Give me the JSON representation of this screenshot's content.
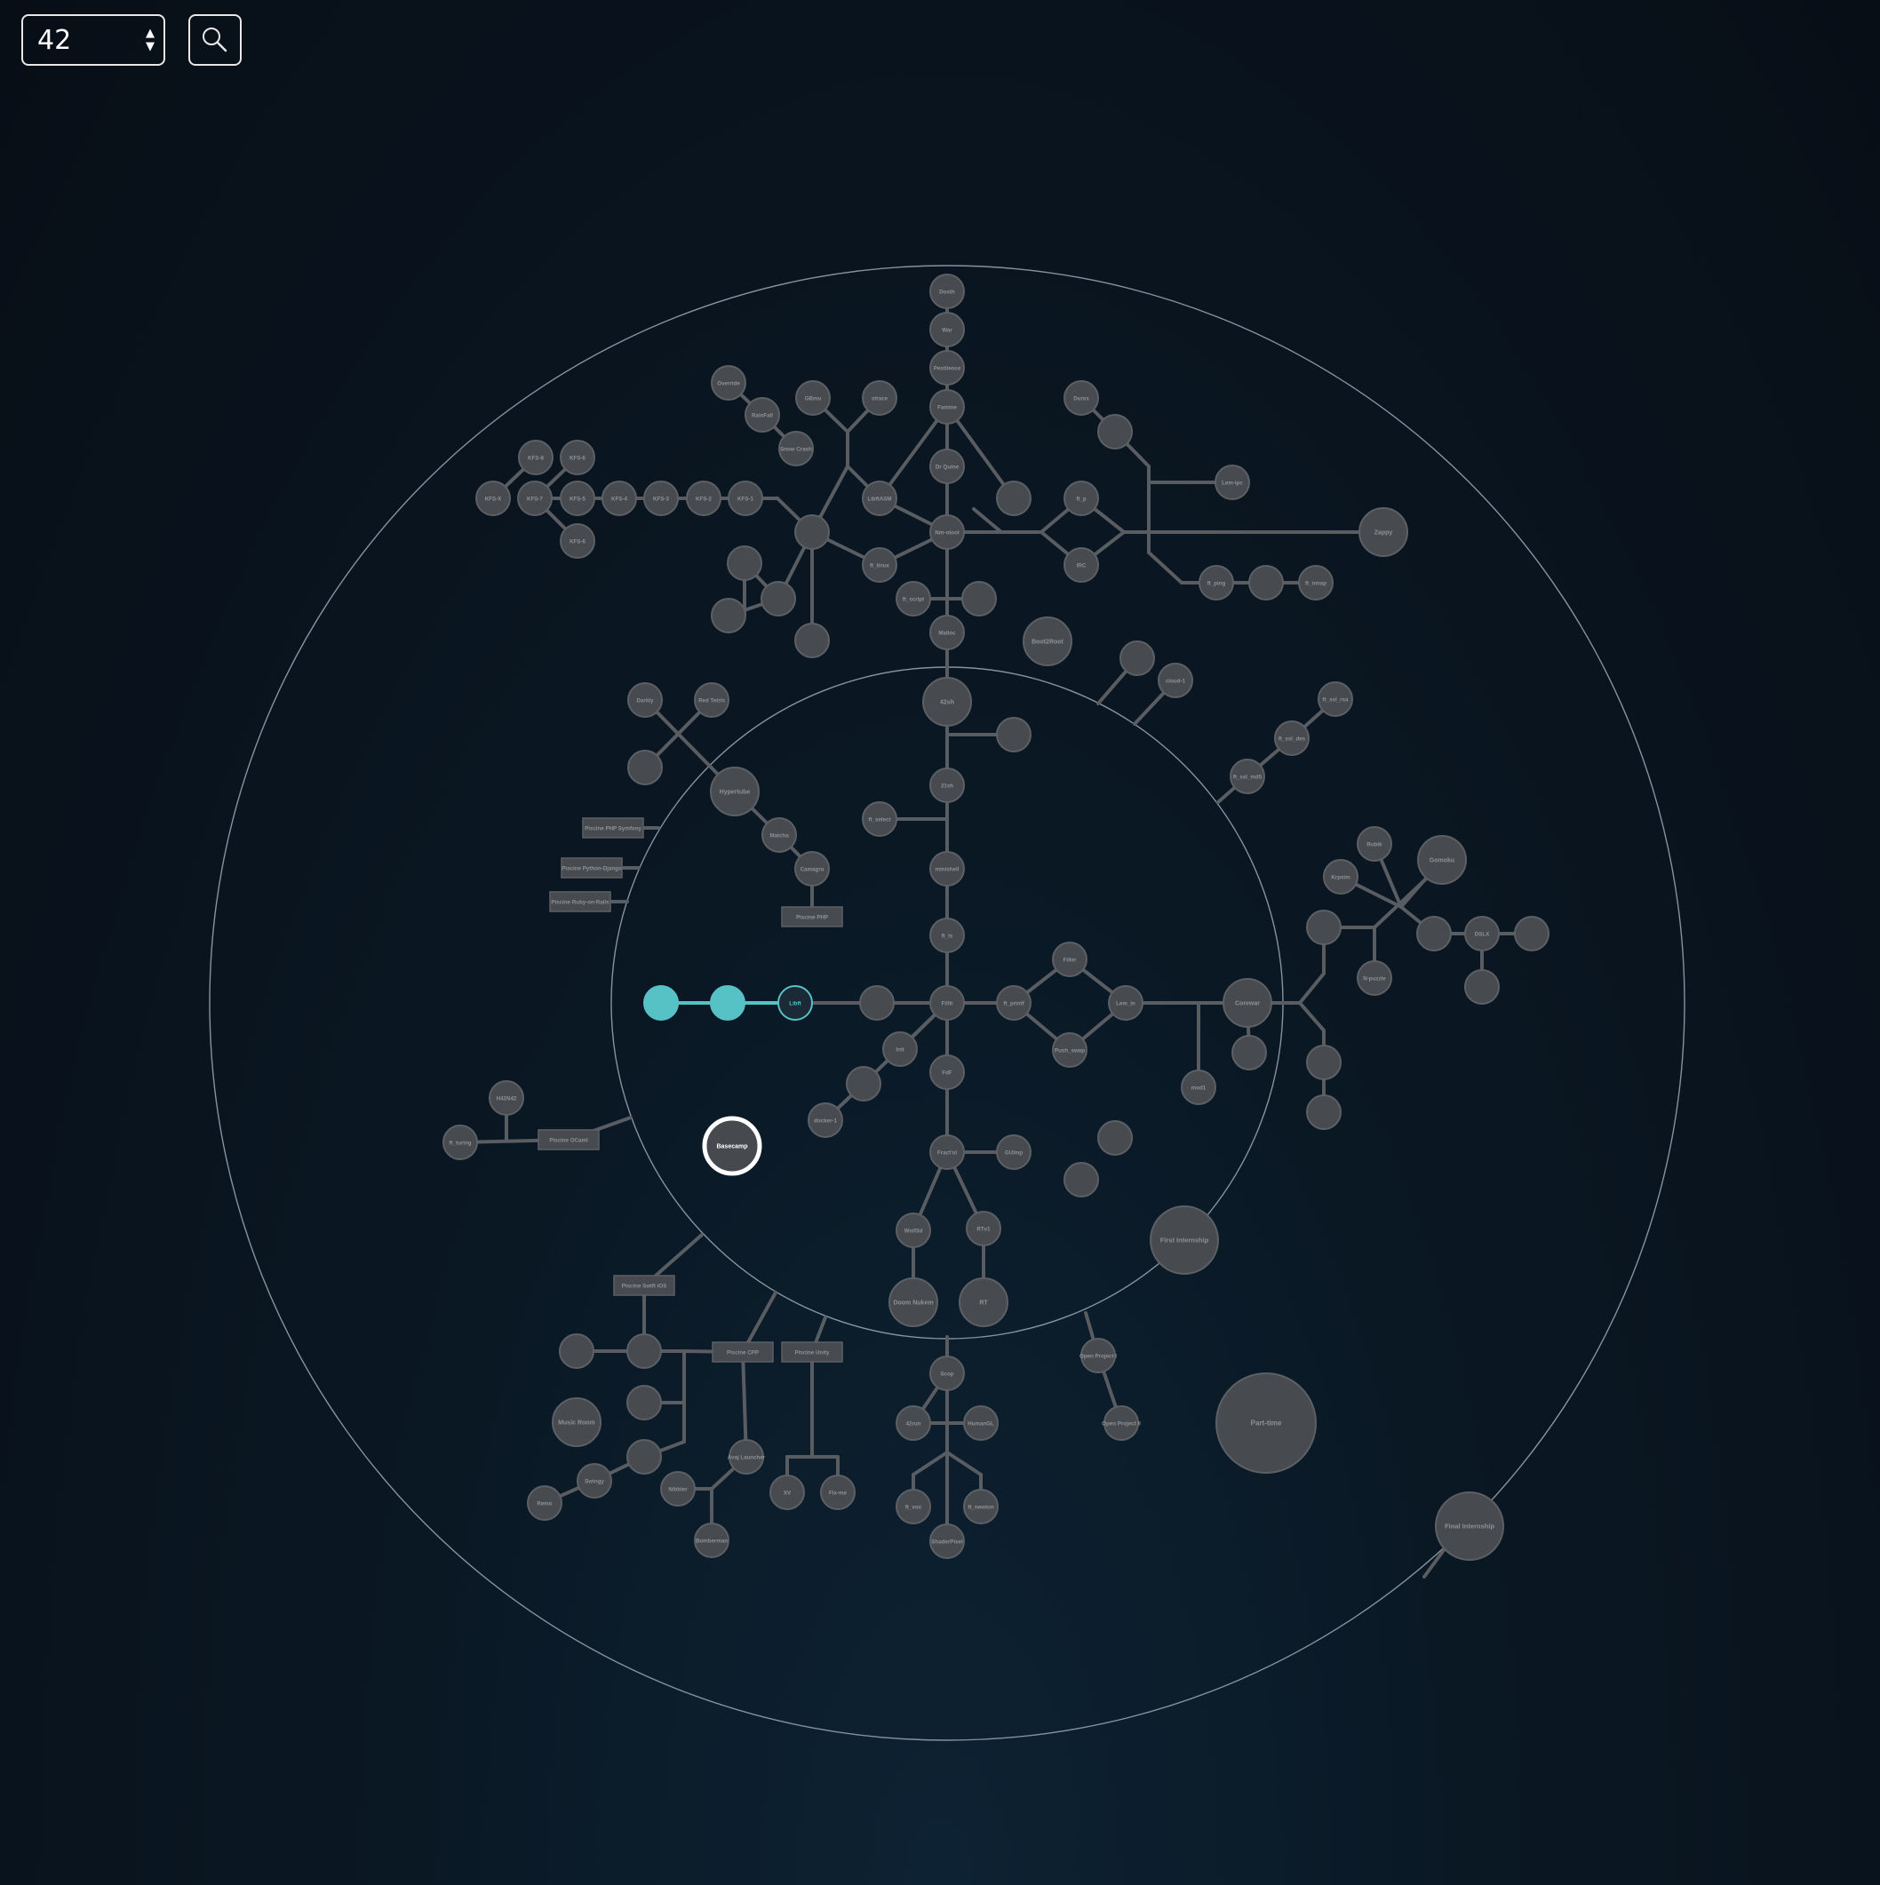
{
  "campus_select": {
    "value": "42"
  },
  "icons": {
    "arrows": "up-down-arrows-icon",
    "search": "search-icon"
  },
  "colors": {
    "node_fill": "#474b50",
    "node_stroke": "#5c6065",
    "node_text": "#8e9297",
    "edge": "#595c61",
    "ring": "#8792a0",
    "active": "#56c2c5",
    "current_ring": "#ffffff"
  },
  "nodes": [
    {
      "id": "dosth",
      "label": "Dosth",
      "shape": "circle",
      "size": "s"
    },
    {
      "id": "war",
      "label": "War",
      "shape": "circle",
      "size": "s"
    },
    {
      "id": "pestilence",
      "label": "Pestilence",
      "shape": "circle",
      "size": "s"
    },
    {
      "id": "famine",
      "label": "Famine",
      "shape": "circle",
      "size": "s"
    },
    {
      "id": "drquine",
      "label": "Dr Quine",
      "shape": "circle",
      "size": "s"
    },
    {
      "id": "override",
      "label": "Override",
      "shape": "circle",
      "size": "s"
    },
    {
      "id": "rainfall",
      "label": "RainFall",
      "shape": "circle",
      "size": "s"
    },
    {
      "id": "snowcrash",
      "label": "Snow Crash",
      "shape": "circle",
      "size": "s"
    },
    {
      "id": "gbmu",
      "label": "GBmu",
      "shape": "circle",
      "size": "s"
    },
    {
      "id": "strace",
      "label": "strace",
      "shape": "circle",
      "size": "s"
    },
    {
      "id": "darkly",
      "label": "Darkly",
      "shape": "circle",
      "size": "s"
    },
    {
      "id": "redtetris",
      "label": "Red Tetris",
      "shape": "circle",
      "size": "s"
    },
    {
      "id": "kfs8",
      "label": "KFS-8",
      "shape": "circle",
      "size": "s"
    },
    {
      "id": "kfs6b",
      "label": "KFS-6",
      "shape": "circle",
      "size": "s"
    },
    {
      "id": "kfsx",
      "label": "KFS-X",
      "shape": "circle",
      "size": "s"
    },
    {
      "id": "kfs7",
      "label": "KFS-7",
      "shape": "circle",
      "size": "s"
    },
    {
      "id": "kfs5",
      "label": "KFS-5",
      "shape": "circle",
      "size": "s"
    },
    {
      "id": "kfs4",
      "label": "KFS-4",
      "shape": "circle",
      "size": "s"
    },
    {
      "id": "kfs3",
      "label": "KFS-3",
      "shape": "circle",
      "size": "s"
    },
    {
      "id": "kfs2",
      "label": "KFS-2",
      "shape": "circle",
      "size": "s"
    },
    {
      "id": "kfs1",
      "label": "KFS-1",
      "shape": "circle",
      "size": "s"
    },
    {
      "id": "kfs6",
      "label": "KFS-6",
      "shape": "circle",
      "size": "s"
    },
    {
      "id": "libftasm",
      "label": "LibftASM",
      "shape": "circle",
      "size": "s"
    },
    {
      "id": "nmotool",
      "label": "Nm-otool",
      "shape": "circle",
      "size": "s"
    },
    {
      "id": "ftlinux",
      "label": "ft_linux",
      "shape": "circle",
      "size": "s"
    },
    {
      "id": "ftscript",
      "label": "ft_script",
      "shape": "circle",
      "size": "s"
    },
    {
      "id": "malloc",
      "label": "Malloc",
      "shape": "circle",
      "size": "s"
    },
    {
      "id": "dslr",
      "label": "",
      "shape": "circle",
      "size": "s"
    },
    {
      "id": "minitalk",
      "label": "",
      "shape": "circle",
      "size": "s"
    },
    {
      "id": "durex",
      "label": "Durex",
      "shape": "circle",
      "size": "s"
    },
    {
      "id": "ftp",
      "label": "ft_p",
      "shape": "circle",
      "size": "s"
    },
    {
      "id": "irc",
      "label": "IRC",
      "shape": "circle",
      "size": "s"
    },
    {
      "id": "lemipc",
      "label": "Lem-ipc",
      "shape": "circle",
      "size": "s"
    },
    {
      "id": "zappy",
      "label": "Zappy",
      "shape": "circle",
      "size": "m"
    },
    {
      "id": "ftping",
      "label": "ft_ping",
      "shape": "circle",
      "size": "s"
    },
    {
      "id": "fttraceroute",
      "label": "",
      "shape": "circle",
      "size": "s"
    },
    {
      "id": "ftnmap",
      "label": "ft_nmap",
      "shape": "circle",
      "size": "s"
    },
    {
      "id": "boot2root",
      "label": "Boot2Root",
      "shape": "circle",
      "size": "m"
    },
    {
      "id": "cloud1",
      "label": "cloud-1",
      "shape": "circle",
      "size": "s"
    },
    {
      "id": "ftsslrsa",
      "label": "ft_ssl_rsa",
      "shape": "circle",
      "size": "s"
    },
    {
      "id": "ftssldes",
      "label": "ft_ssl_des",
      "shape": "circle",
      "size": "s"
    },
    {
      "id": "ftsslmd5",
      "label": "ft_ssl_md5",
      "shape": "circle",
      "size": "s"
    },
    {
      "id": "hypertube",
      "label": "Hypertube",
      "shape": "circle",
      "size": "m"
    },
    {
      "id": "matcha",
      "label": "Matcha",
      "shape": "circle",
      "size": "s"
    },
    {
      "id": "camagru",
      "label": "Camagru",
      "shape": "circle",
      "size": "s"
    },
    {
      "id": "piscinephp",
      "label": "Piscine PHP",
      "shape": "rect",
      "size": "s"
    },
    {
      "id": "piscinephpsymfony",
      "label": "Piscine PHP Symfony",
      "shape": "rect",
      "size": "s"
    },
    {
      "id": "piscinepythondjango",
      "label": "Piscine Python-Django",
      "shape": "rect",
      "size": "s"
    },
    {
      "id": "piscinerubyonrails",
      "label": "Piscine Ruby-on-Rails",
      "shape": "rect",
      "size": "s"
    },
    {
      "id": "42sh",
      "label": "42sh",
      "shape": "circle",
      "size": "m"
    },
    {
      "id": "21sh",
      "label": "21sh",
      "shape": "circle",
      "size": "s"
    },
    {
      "id": "minishell",
      "label": "minishell",
      "shape": "circle",
      "size": "s"
    },
    {
      "id": "ftls",
      "label": "ft_ls",
      "shape": "circle",
      "size": "s"
    },
    {
      "id": "ftselect",
      "label": "ft_select",
      "shape": "circle",
      "size": "s"
    },
    {
      "id": "fillit",
      "label": "Fillit",
      "shape": "circle",
      "size": "s"
    },
    {
      "id": "fdf",
      "label": "FdF",
      "shape": "circle",
      "size": "s"
    },
    {
      "id": "fractol",
      "label": "Fract'ol",
      "shape": "circle",
      "size": "s"
    },
    {
      "id": "guimp",
      "label": "GUImp",
      "shape": "circle",
      "size": "s"
    },
    {
      "id": "wolf3d",
      "label": "Wolf3d",
      "shape": "circle",
      "size": "s"
    },
    {
      "id": "rtv1",
      "label": "RTv1",
      "shape": "circle",
      "size": "s"
    },
    {
      "id": "doomnukem",
      "label": "Doom Nukem",
      "shape": "circle",
      "size": "m"
    },
    {
      "id": "rt",
      "label": "RT",
      "shape": "circle",
      "size": "m"
    },
    {
      "id": "ftprintf",
      "label": "ft_printf",
      "shape": "circle",
      "size": "s"
    },
    {
      "id": "lemin",
      "label": "Lem_in",
      "shape": "circle",
      "size": "s"
    },
    {
      "id": "filler",
      "label": "Filler",
      "shape": "circle",
      "size": "s"
    },
    {
      "id": "pushswap",
      "label": "Push_swap",
      "shape": "circle",
      "size": "s"
    },
    {
      "id": "corewar",
      "label": "Corewar",
      "shape": "circle",
      "size": "m"
    },
    {
      "id": "mod1",
      "label": "mod1",
      "shape": "circle",
      "size": "s"
    },
    {
      "id": "init",
      "label": "Init",
      "shape": "circle",
      "size": "s"
    },
    {
      "id": "docker1",
      "label": "docker-1",
      "shape": "circle",
      "size": "s"
    },
    {
      "id": "libft",
      "label": "Libft",
      "shape": "circle",
      "size": "s",
      "state": "active"
    },
    {
      "id": "getnextline",
      "label": "",
      "shape": "circle",
      "size": "s"
    },
    {
      "id": "firstinternship",
      "label": "First Internship",
      "shape": "circle",
      "size": "l"
    },
    {
      "id": "finalinternship",
      "label": "Final Internship",
      "shape": "circle",
      "size": "l"
    },
    {
      "id": "parttime",
      "label": "Part-time",
      "shape": "circle",
      "size": "xl"
    },
    {
      "id": "openprojecti",
      "label": "Open Project I",
      "shape": "circle",
      "size": "s"
    },
    {
      "id": "openprojectii",
      "label": "Open Project II",
      "shape": "circle",
      "size": "s"
    },
    {
      "id": "rubik",
      "label": "Rubik",
      "shape": "circle",
      "size": "s"
    },
    {
      "id": "gomoku",
      "label": "Gomoku",
      "shape": "circle",
      "size": "m"
    },
    {
      "id": "krpsim",
      "label": "Krpsim",
      "shape": "circle",
      "size": "s"
    },
    {
      "id": "dslx",
      "label": "DSLX",
      "shape": "circle",
      "size": "s"
    },
    {
      "id": "ntpuzzle",
      "label": "N-puzzle",
      "shape": "circle",
      "size": "s"
    },
    {
      "id": "h42n42",
      "label": "H42N42",
      "shape": "circle",
      "size": "s"
    },
    {
      "id": "ftturing",
      "label": "ft_turing",
      "shape": "circle",
      "size": "s"
    },
    {
      "id": "piscineocaml",
      "label": "Piscine OCaml",
      "shape": "rect",
      "size": "s"
    },
    {
      "id": "piscineswiftios",
      "label": "Piscine Swift iOS",
      "shape": "rect",
      "size": "s"
    },
    {
      "id": "piscinecpp",
      "label": "Piscine CPP",
      "shape": "rect",
      "size": "s"
    },
    {
      "id": "piscineunity",
      "label": "Piscine Unity",
      "shape": "rect",
      "size": "s"
    },
    {
      "id": "musicroom",
      "label": "Music Room",
      "shape": "circle",
      "size": "m"
    },
    {
      "id": "ftvox",
      "label": "ft_vox",
      "shape": "circle",
      "size": "s"
    },
    {
      "id": "scop",
      "label": "Scop",
      "shape": "circle",
      "size": "s"
    },
    {
      "id": "42run",
      "label": "42run",
      "shape": "circle",
      "size": "s"
    },
    {
      "id": "humangl",
      "label": "HumanGL",
      "shape": "circle",
      "size": "s"
    },
    {
      "id": "ftnewton",
      "label": "ft_newton",
      "shape": "circle",
      "size": "s"
    },
    {
      "id": "nibbler",
      "label": "Nibbler",
      "shape": "circle",
      "size": "s"
    },
    {
      "id": "xv",
      "label": "XV",
      "shape": "circle",
      "size": "s"
    },
    {
      "id": "bomberman",
      "label": "Bomberman",
      "shape": "circle",
      "size": "s"
    },
    {
      "id": "swingy",
      "label": "Swingy",
      "shape": "circle",
      "size": "s"
    },
    {
      "id": "avajlauncher",
      "label": "Avaj Launcher",
      "shape": "circle",
      "size": "s"
    },
    {
      "id": "fixme",
      "label": "Fix-me",
      "shape": "circle",
      "size": "s"
    },
    {
      "id": "rendu",
      "label": "Remo",
      "shape": "circle",
      "size": "s"
    },
    {
      "id": "particlesystem",
      "label": "ShaderPixel",
      "shape": "circle",
      "size": "s"
    },
    {
      "id": "current",
      "label": "Basecamp",
      "shape": "circle",
      "size": "m",
      "state": "current"
    }
  ]
}
